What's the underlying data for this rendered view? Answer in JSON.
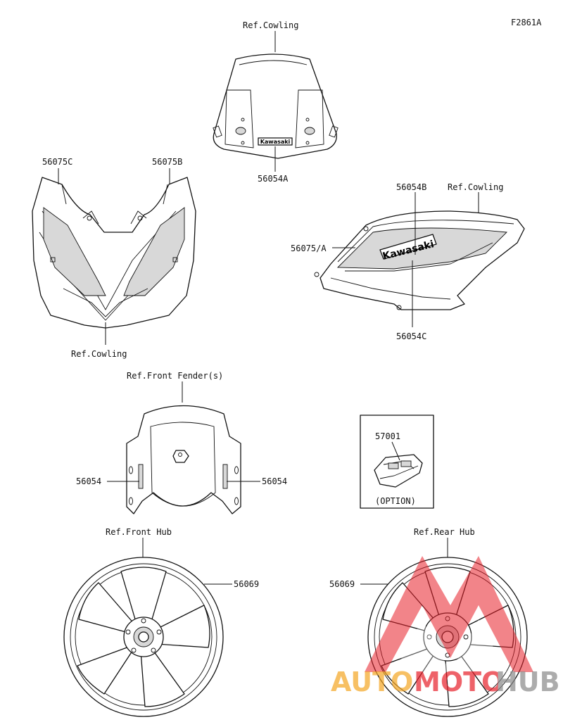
{
  "figure_code": "F2861A",
  "labels": {
    "ref_cowling_top": "Ref.Cowling",
    "p56054A": "56054A",
    "p56075C": "56075C",
    "p56075B": "56075B",
    "ref_cowling_front": "Ref.Cowling",
    "p56054B": "56054B",
    "ref_cowling_side": "Ref.Cowling",
    "p56075A": "56075/A",
    "p56054C": "56054C",
    "ref_front_fender": "Ref.Front Fender(s)",
    "p56054_left": "56054",
    "p56054_right": "56054",
    "p57001": "57001",
    "option": "(OPTION)",
    "ref_front_hub": "Ref.Front Hub",
    "p56069_front": "56069",
    "ref_rear_hub": "Ref.Rear Hub",
    "p56069_rear": "56069"
  },
  "decal_text": {
    "windscreen": "Kawasaki",
    "side_panel": "Kawasaki"
  },
  "watermark": {
    "part1": "AUTO",
    "part2": "MOTO",
    "part3": "HUB",
    "color_red": "#e8202a",
    "color_orange": "#f5a623",
    "color_gray": "#8a8a8a"
  }
}
